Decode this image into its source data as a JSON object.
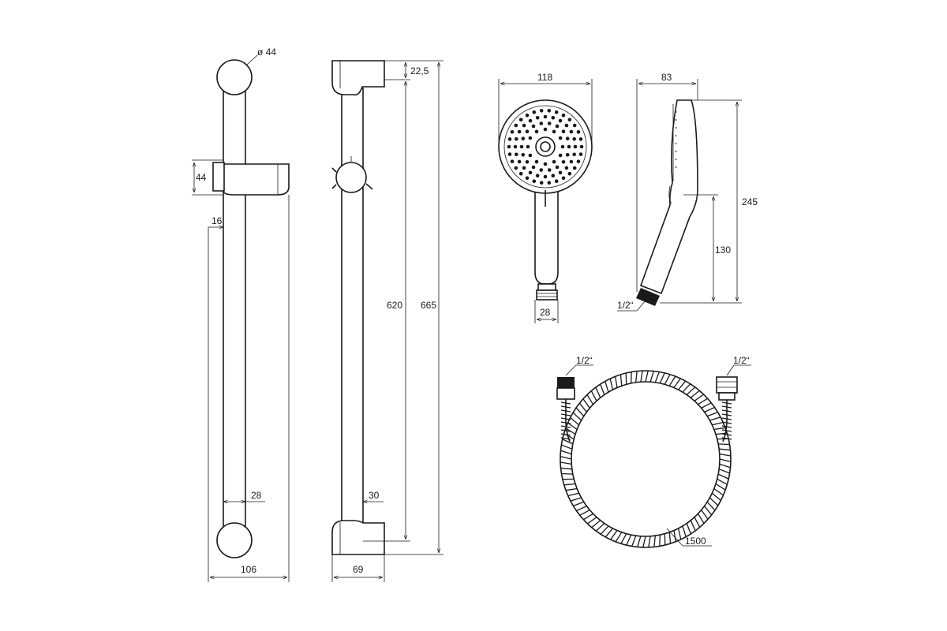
{
  "drawing": {
    "rail_front": {
      "top_end_diameter": "ø 44",
      "slider_height": "44",
      "slider_offset": "16",
      "bar_diameter": "28",
      "total_width": "106"
    },
    "rail_side": {
      "top_offset": "22,5",
      "inner_length": "620",
      "total_length": "665",
      "bar_depth": "30",
      "bracket_width": "69"
    },
    "hand_shower_front": {
      "head_width": "118",
      "connector_width": "28"
    },
    "hand_shower_side": {
      "depth": "83",
      "total_height": "245",
      "handle_height": "130",
      "thread": "1/2“"
    },
    "hose": {
      "left_thread": "1/2“",
      "right_thread": "1/2“",
      "length": "1500"
    }
  }
}
